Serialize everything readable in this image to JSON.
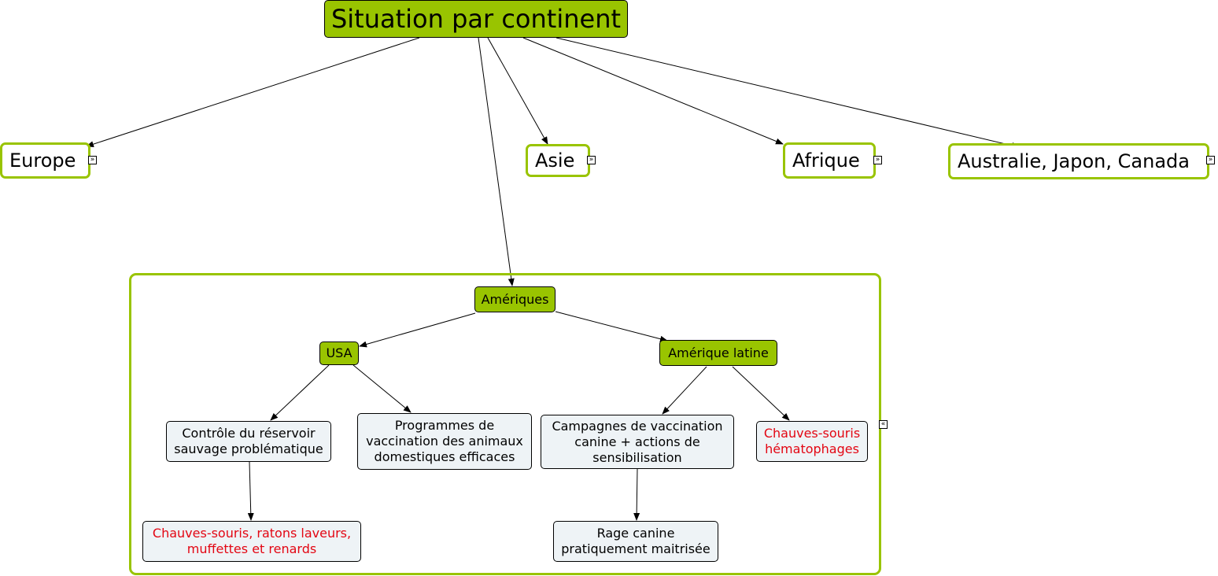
{
  "root": {
    "label": "Situation par continent"
  },
  "continents": {
    "europe": "Europe",
    "asie": "Asie",
    "afrique": "Afrique",
    "australie": "Australie, Japon, Canada"
  },
  "ameriques": {
    "label": "Amériques",
    "usa": {
      "label": "USA",
      "controle": "Contrôle du réservoir sauvage problématique",
      "programmes": "Programmes de vaccination des animaux domestiques efficaces",
      "especes": "Chauves-souris, ratons laveurs, muffettes et renards"
    },
    "latine": {
      "label": "Amérique latine",
      "campagnes": "Campagnes de vaccination canine + actions de sensibilisation",
      "rage": "Rage canine pratiquement maitrisée",
      "hematophages": "Chauves-souris hématophages"
    }
  },
  "icons": {
    "expand": "expand-icon",
    "collapse": "collapse-icon"
  },
  "colors": {
    "node_green": "#99c400",
    "leaf_bg": "#eef3f6",
    "red_text": "#e30613"
  }
}
